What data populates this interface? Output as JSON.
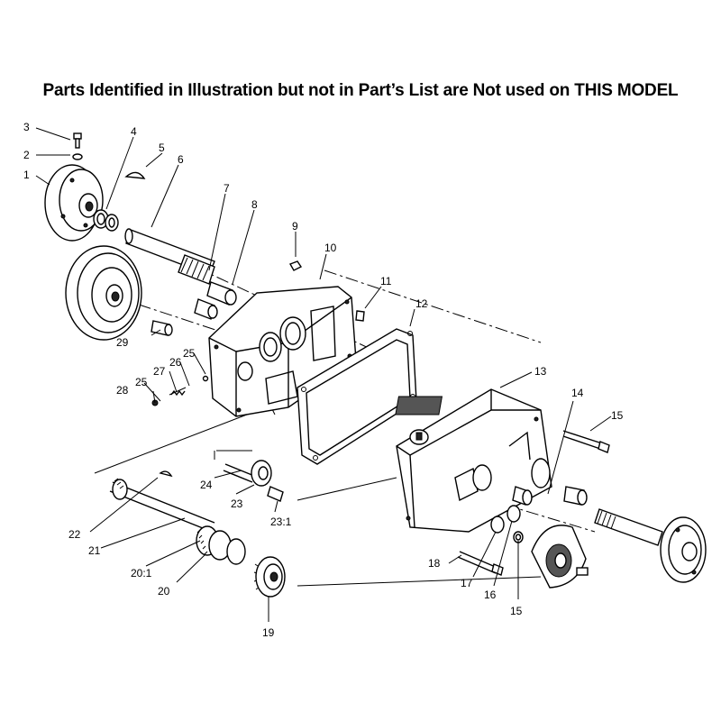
{
  "header": {
    "title": "Parts Identified in Illustration but not in Part’s List are Not used on THIS MODEL"
  },
  "callouts": [
    "1",
    "2",
    "3",
    "4",
    "5",
    "6",
    "7",
    "8",
    "9",
    "10",
    "11",
    "12",
    "13",
    "14",
    "15",
    "15",
    "16",
    "17",
    "18",
    "19",
    "20",
    "20:1",
    "21",
    "22",
    "23",
    "23:1",
    "24",
    "25",
    "25",
    "26",
    "27",
    "28",
    "29"
  ]
}
